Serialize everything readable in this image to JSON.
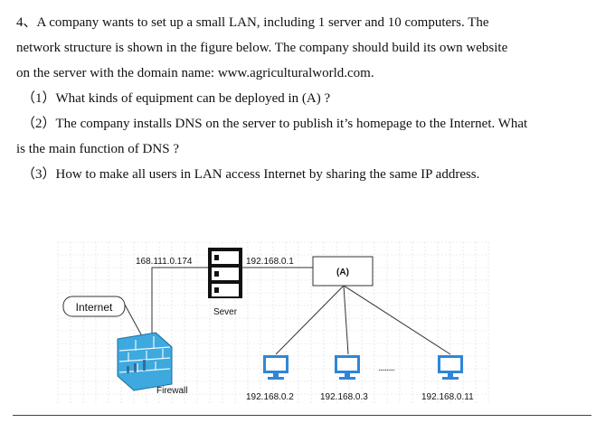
{
  "question": {
    "intro_1": "4、A company wants to set up a small LAN, including 1 server and 10 computers. The",
    "intro_2": "network structure is shown in the figure below. The company should build its own website",
    "intro_3": "on the server with the domain name: www.agriculturalworld.com.",
    "q1": "（1）What kinds of equipment can be deployed in (A) ?",
    "q2_1": "（2）The company installs DNS on the server to publish it’s homepage to the Internet. What",
    "q2_2": "is the main function of DNS ?",
    "q3": "（3）How to make all users in LAN access Internet by sharing the same IP address."
  },
  "diagram": {
    "internet_label": "Internet",
    "firewall_label": "Firewall",
    "server_label": "Sever",
    "server_public_ip": "168.111.0.174",
    "server_private_ip": "192.168.0.1",
    "device_a_label": "(A)",
    "pc_ips": [
      "192.168.0.2",
      "192.168.0.3",
      "192.168.0.11"
    ],
    "ellipsis": "..........",
    "colors": {
      "monitor": "#2f86d8",
      "firewall": "#3ea9df",
      "grid": "#d9d9d9"
    }
  }
}
